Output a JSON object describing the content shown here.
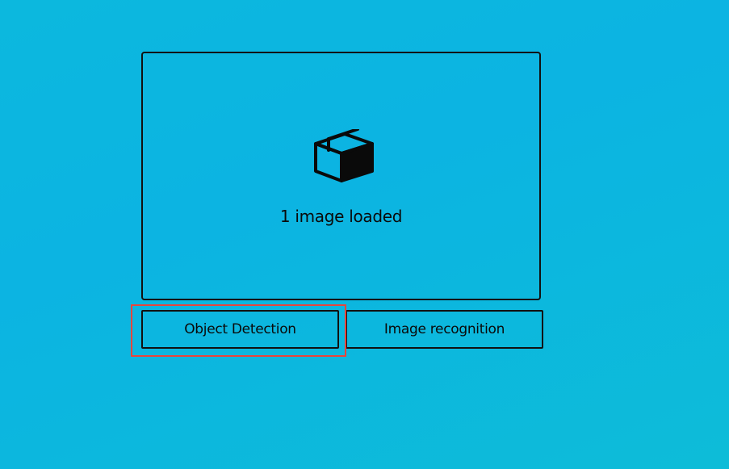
{
  "dropzone": {
    "icon": "box-icon",
    "status": "1 image loaded"
  },
  "actions": {
    "object_detection_label": "Object Detection",
    "image_recognition_label": "Image recognition"
  },
  "highlight": {
    "target": "object-detection-button",
    "color": "#e8453c"
  },
  "theme": {
    "background": "#0cb8de",
    "border": "#111111"
  }
}
